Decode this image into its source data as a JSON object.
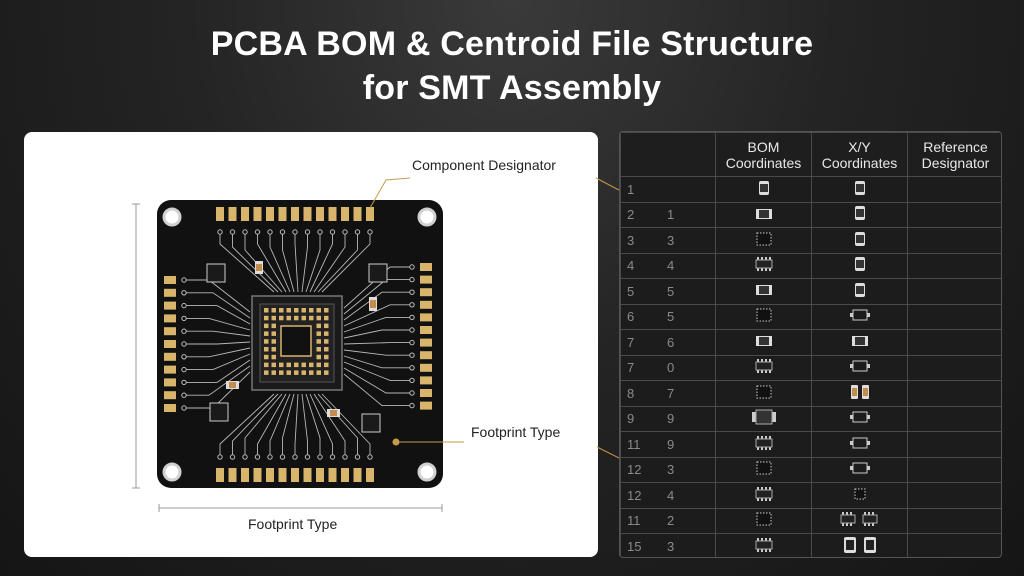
{
  "title": {
    "line1": "PCBA BOM & Centroid File Structure",
    "line2": "for SMT Assembly"
  },
  "diagram": {
    "callout_designator": "Component Designator",
    "callout_footprint_right": "Footprint Type",
    "callout_footprint_bottom": "Footprint Type",
    "colors": {
      "board": "#111111",
      "pad": "#d8b56a",
      "trace": "#b8b8b8",
      "callout_line": "#c79a4a"
    }
  },
  "table": {
    "headers": [
      "",
      "BOM Coordinates",
      "X/Y Coordinates",
      "Reference Designator"
    ],
    "rows": [
      {
        "a": "1",
        "b": "",
        "bom_icon": "capacitor-icon",
        "xy_icon": "capacitor-icon"
      },
      {
        "a": "2",
        "b": "1",
        "bom_icon": "resistor-icon",
        "xy_icon": "capacitor-icon"
      },
      {
        "a": "3",
        "b": "3",
        "bom_icon": "qfn-icon",
        "xy_icon": "capacitor-icon"
      },
      {
        "a": "4",
        "b": "4",
        "bom_icon": "soic-icon",
        "xy_icon": "capacitor-icon"
      },
      {
        "a": "5",
        "b": "5",
        "bom_icon": "resistor-icon",
        "xy_icon": "capacitor-icon"
      },
      {
        "a": "6",
        "b": "5",
        "bom_icon": "qfn-icon",
        "xy_icon": "outline-icon"
      },
      {
        "a": "7",
        "b": "6",
        "bom_icon": "resistor-icon",
        "xy_icon": "resistor-icon"
      },
      {
        "a": "7",
        "b": "0",
        "bom_icon": "soic-icon",
        "xy_icon": "outline-icon"
      },
      {
        "a": "8",
        "b": "7",
        "bom_icon": "qfn-icon",
        "xy_icon": "dual-icon"
      },
      {
        "a": "9",
        "b": "9",
        "bom_icon": "ic-icon",
        "xy_icon": "outline-icon"
      },
      {
        "a": "11",
        "b": "9",
        "bom_icon": "soic-icon",
        "xy_icon": "outline-icon"
      },
      {
        "a": "12",
        "b": "3",
        "bom_icon": "qfn-icon",
        "xy_icon": "outline-icon"
      },
      {
        "a": "12",
        "b": "4",
        "bom_icon": "soic-icon",
        "xy_icon": "small-qfn-icon"
      },
      {
        "a": "11",
        "b": "2",
        "bom_icon": "qfn-icon",
        "xy_icon": "twin-soic-icon"
      },
      {
        "a": "15",
        "b": "3",
        "bom_icon": "soic-icon",
        "xy_icon": "dual-large-icon"
      }
    ]
  }
}
